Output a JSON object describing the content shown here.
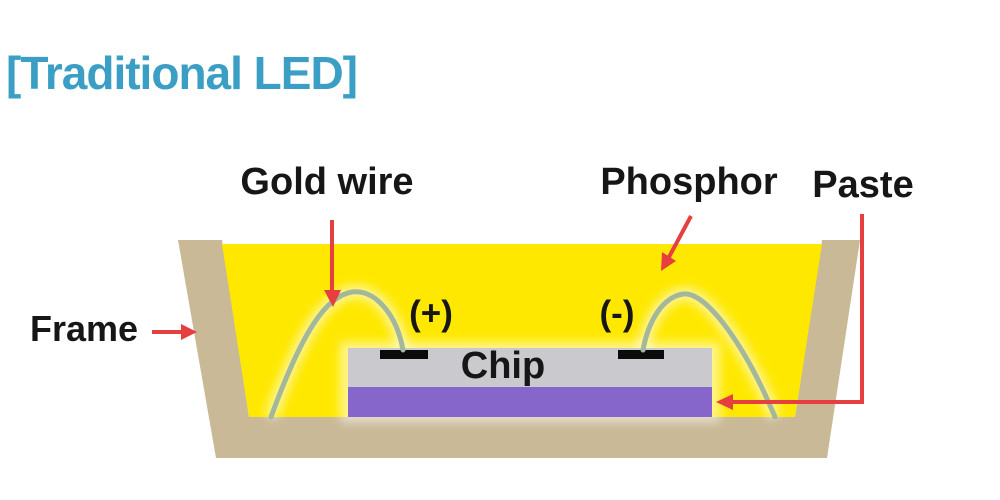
{
  "title": "[Traditional LED]",
  "labels": {
    "gold_wire": "Gold wire",
    "phosphor": "Phosphor",
    "paste": "Paste",
    "frame": "Frame",
    "anode": "(+)",
    "cathode": "(-)",
    "chip": "Chip"
  },
  "colors": {
    "title": "#3B9EC4",
    "label_text": "#161616",
    "phosphor_fill": "#FFE800",
    "frame_fill": "#C9B996",
    "chip_fill": "#C9C9CE",
    "paste_fill": "#8766CB",
    "pad_fill": "#0B0B0B",
    "wire": "#A3B79C",
    "arrow": "#E63F3F"
  }
}
